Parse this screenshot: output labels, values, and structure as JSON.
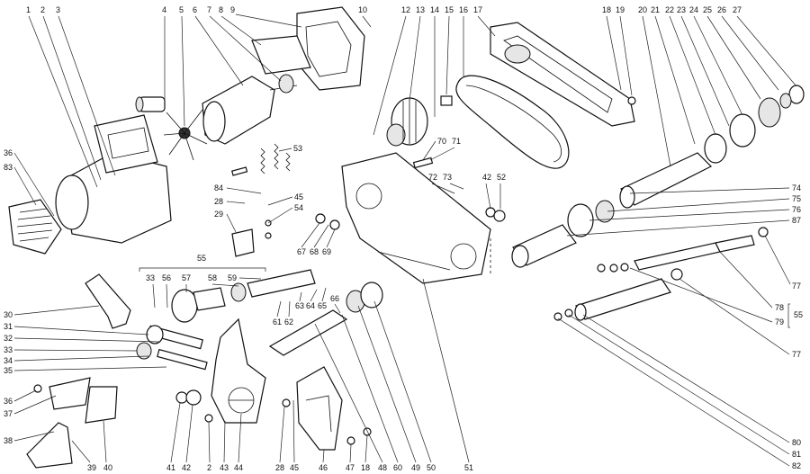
{
  "diagram": {
    "title": "",
    "labels": {
      "l1": "1",
      "l2": "2",
      "l3": "3",
      "l4": "4",
      "l5": "5",
      "l6": "6",
      "l7": "7",
      "l8": "8",
      "l9": "9",
      "l10": "10",
      "l12": "12",
      "l13": "13",
      "l14": "14",
      "l15": "15",
      "l16": "16",
      "l17": "17",
      "l18": "18",
      "l19": "19",
      "l20": "20",
      "l21": "21",
      "l22": "22",
      "l23": "23",
      "l24": "24",
      "l25": "25",
      "l26": "26",
      "l27": "27",
      "l36a": "36",
      "l83": "83",
      "l53": "53",
      "l84": "84",
      "l28a": "28",
      "l29": "29",
      "l45a": "45",
      "l54": "54",
      "l70": "70",
      "l71": "71",
      "l72": "72",
      "l73": "73",
      "l42a": "42",
      "l52": "52",
      "l67": "67",
      "l68": "68",
      "l69": "69",
      "l74": "74",
      "l75": "75",
      "l76": "76",
      "l87": "87",
      "l77a": "77",
      "l78": "78",
      "l79": "79",
      "l55b": "55",
      "l77b": "77",
      "l80": "80",
      "l81": "81",
      "l82": "82",
      "l55a": "55",
      "l33": "33",
      "l56": "56",
      "l57": "57",
      "l58": "58",
      "l59": "59",
      "l30": "30",
      "l31": "31",
      "l32": "32",
      "l33b": "33",
      "l34": "34",
      "l35": "35",
      "l61": "61",
      "l62": "62",
      "l63": "63",
      "l64": "64",
      "l65": "65",
      "l66": "66",
      "l36b": "36",
      "l37": "37",
      "l38": "38",
      "l39": "39",
      "l40": "40",
      "l41": "41",
      "l42b": "42",
      "l2b": "2",
      "l43": "43",
      "l44": "44",
      "l28b": "28",
      "l45b": "45",
      "l46": "46",
      "l47": "47",
      "l18b": "18",
      "l48": "48",
      "l60": "60",
      "l49": "49",
      "l50": "50",
      "l51": "51"
    }
  }
}
